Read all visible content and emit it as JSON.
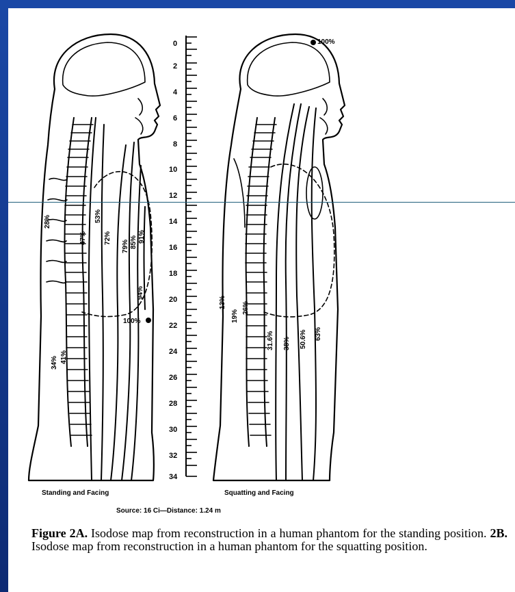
{
  "ruler": {
    "labels": [
      "0",
      "2",
      "4",
      "6",
      "8",
      "10",
      "12",
      "14",
      "16",
      "18",
      "20",
      "22",
      "24",
      "26",
      "28",
      "30",
      "32",
      "34"
    ]
  },
  "figure_left": {
    "label": "Standing and Facing",
    "isodose_labels": [
      "28%",
      "47%",
      "53%",
      "72%",
      "79%",
      "85%",
      "91%",
      "94%",
      "100%",
      "34%",
      "41%"
    ]
  },
  "figure_right": {
    "label": "Squatting and Facing",
    "isodose_labels": [
      "100%",
      "13%",
      "19%",
      "26%",
      "31.6%",
      "38%",
      "50.6%",
      "63%"
    ]
  },
  "source": "Source: 16 Ci—Distance: 1.24 m",
  "caption": {
    "label_a": "Figure 2A.",
    "text_a": " Isodose map from reconstruction in a human phantom for the standing position. ",
    "label_b": "2B.",
    "text_b": " Isodose map from reconstruction in a human phantom for the squatting position."
  }
}
